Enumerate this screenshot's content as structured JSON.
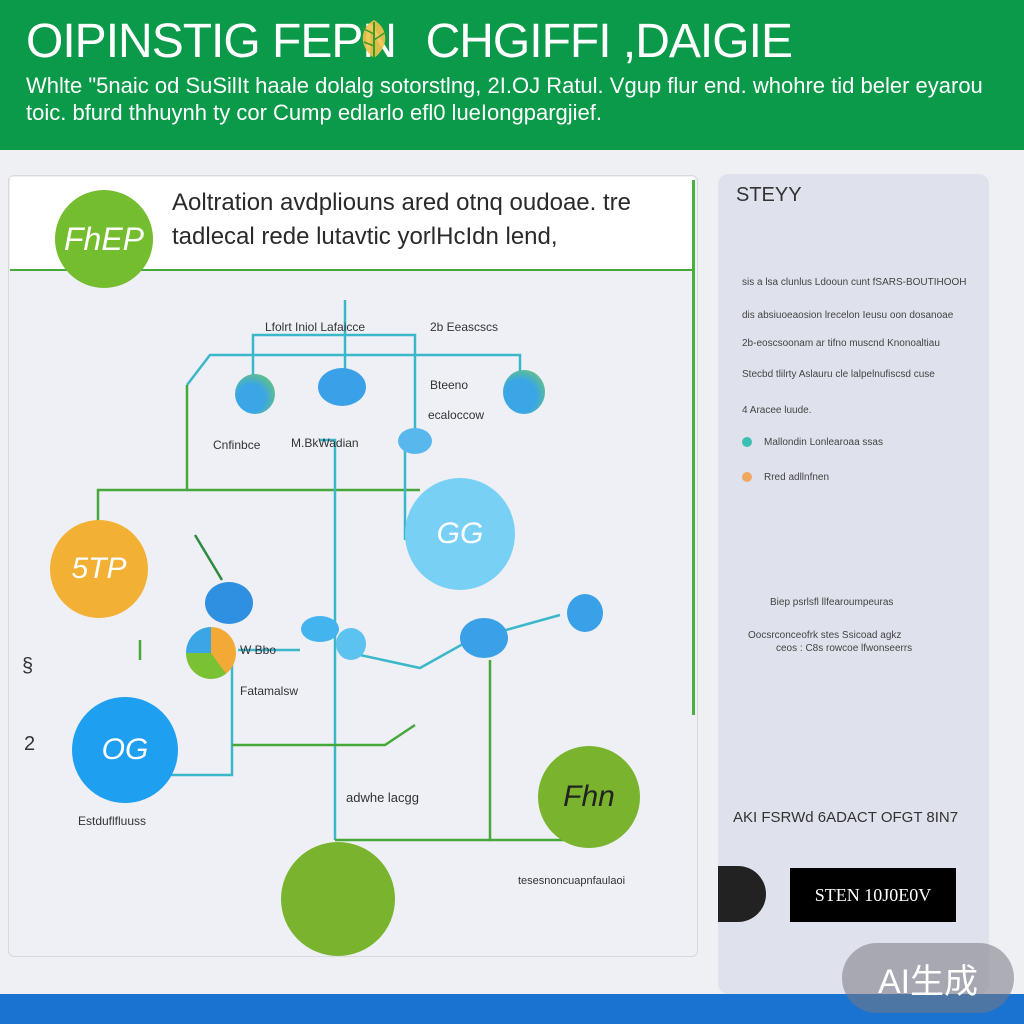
{
  "header": {
    "title": "OIPINSTIG FEPN   CHGIFFI ,DAIGIE",
    "subtitle": "Whlte \"5naic od SuSilIt haale dolalg sotorstlng, 2I.OJ Ratul. Vgup flur end. whohre tid beler eyarou toic. bfurd thhuynh ty cor Cump edlarlo efl0 lueIongpargjief."
  },
  "intro": {
    "badge_text": "FhEP",
    "text": "Aoltration avdpliouns ared otnq oudoae. tre tadlecal rede lutavtic yorlHcIdn lend,"
  },
  "diagram": {
    "labels": {
      "top_left": "Lfolrt Iniol Lafaicce",
      "top_right": "2b Eeascscs",
      "chfinbce": "Cnfinbce",
      "mbkwadian": "M.BkWadian",
      "bteeno": "Bteeno",
      "ecaloccow": "ecaloccow",
      "wbbo": "W Bbo",
      "fatamalsw": "Fatamalsw",
      "abdwhe": "adwhe lacgg",
      "eshfluwa": "Estduflfluuss",
      "bottom_right": "tesesnoncuapnfaulaoi",
      "margin_a": "§",
      "margin_b": "2"
    },
    "circles": {
      "orange": "5TP",
      "cyan_large": "GG",
      "blue": "OG",
      "green_right": "Fhn",
      "green_bottom": ""
    }
  },
  "sidebar": {
    "title": "STEYY",
    "lines": [
      "sis a lsa clunlus Ldooun cunt fSARS-BOUTIHOOH",
      "dis absiuoeaosion lrecelon Ieusu oon dosanoae",
      "2b-eoscsoonam ar tifno muscnd Knonoaltiau",
      "Stecbd tlilrty Aslauru cle lalpelnufiscsd cuse"
    ],
    "legend_heading": "4 Aracee luude.",
    "legend": [
      {
        "label": "Mallondin Lonlearoaa ssas",
        "color": "#3bbfb0"
      },
      {
        "label": "Rred adllnfnen",
        "color": "#f0a860"
      }
    ],
    "note_line1": "Biep psrlsfl llfearoumpeuras",
    "note_line2": "Oocsrconceofrk stes Ssicoad agkz",
    "note_line3": "ceos : C8s rowcoe lfwonseerrs",
    "heading": "AKI FSRWd 6ADACT OFGT 8IN7",
    "button_label": "STEN 10J0E0V"
  },
  "watermark": "AI生成"
}
